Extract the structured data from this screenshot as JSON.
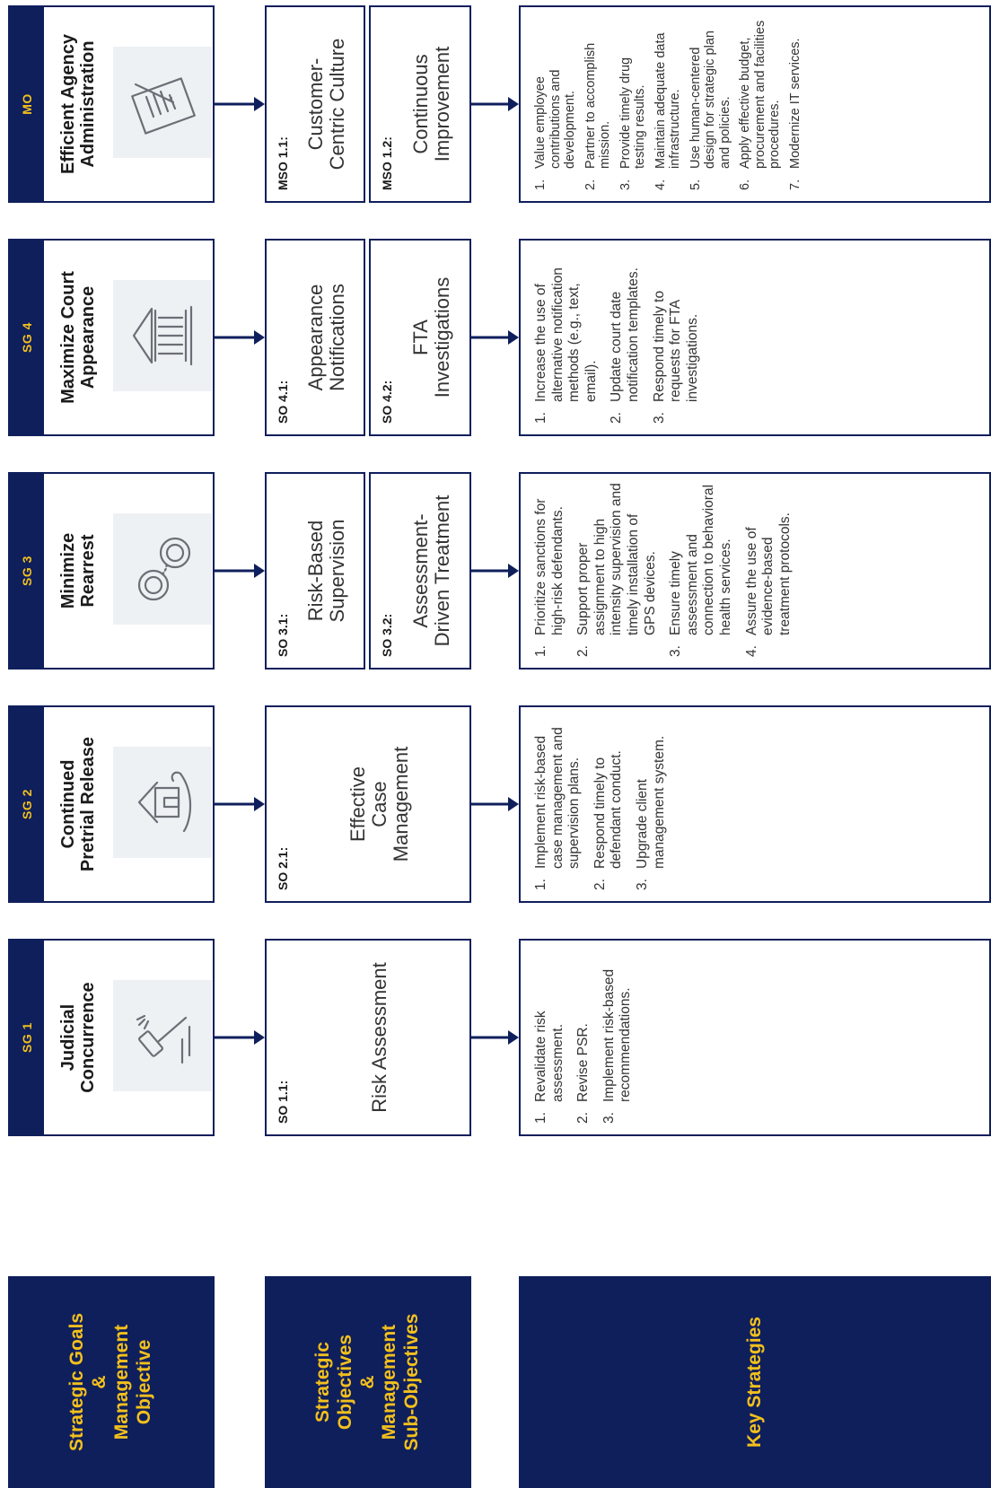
{
  "headers": {
    "goals": "Strategic Goals\n&\nManagement\nObjective",
    "objectives": "Strategic\nObjectives\n&\nManagement\nSub-Objectives",
    "strategies": "Key Strategies"
  },
  "colors": {
    "navy": "#0f1f5c",
    "gold": "#f3c01c",
    "icon_background": "#eef1f4"
  },
  "goals": [
    {
      "tag": "SG 1",
      "title": "Judicial\nConcurrence",
      "icon": "gavel-icon",
      "objectives": [
        {
          "code": "SO 1.1:",
          "title": "Risk Assessment"
        }
      ],
      "strategies": [
        {
          "num": "1.",
          "text": "Revalidate risk assessment."
        },
        {
          "num": "2.",
          "text": "Revise PSR."
        },
        {
          "num": "3.",
          "text": "Implement risk-based recommendations."
        }
      ]
    },
    {
      "tag": "SG 2",
      "title": "Continued\nPretrial Release",
      "icon": "house-in-hand-icon",
      "objectives": [
        {
          "code": "SO 2.1:",
          "title": "Effective\nCase\nManagement"
        }
      ],
      "strategies": [
        {
          "num": "1.",
          "text": "Implement risk-based case management and supervision plans."
        },
        {
          "num": "2.",
          "text": "Respond timely to defendant conduct."
        },
        {
          "num": "3.",
          "text": "Upgrade client management system."
        }
      ]
    },
    {
      "tag": "SG 3",
      "title": "Minimize\nRearrest",
      "icon": "handcuffs-icon",
      "objectives": [
        {
          "code": "SO 3.1:",
          "title": "Risk-Based\nSupervision"
        },
        {
          "code": "SO 3.2:",
          "title": "Assessment-\nDriven Treatment"
        }
      ],
      "strategies": [
        {
          "num": "1.",
          "text": "Prioritize sanctions for high-risk defendants."
        },
        {
          "num": "2.",
          "text": "Support proper assignment to high intensity supervision and timely installation of GPS devices."
        },
        {
          "num": "3.",
          "text": "Ensure timely assessment and connection to behavioral health services."
        },
        {
          "num": "4.",
          "text": "Assure the use of evidence-based treatment protocols."
        }
      ]
    },
    {
      "tag": "SG 4",
      "title": "Maximize Court\nAppearance",
      "icon": "courthouse-icon",
      "objectives": [
        {
          "code": "SO 4.1:",
          "title": "Appearance\nNotifications"
        },
        {
          "code": "SO 4.2:",
          "title": "FTA\nInvestigations"
        }
      ],
      "strategies": [
        {
          "num": "1.",
          "text": "Increase the use of alternative notification methods (e.g., text, email)."
        },
        {
          "num": "2.",
          "text": "Update court date notification templates."
        },
        {
          "num": "3.",
          "text": "Respond timely to requests for FTA investigations."
        }
      ]
    },
    {
      "tag": "MO",
      "title": "Efficient Agency\nAdministration",
      "icon": "document-pen-icon",
      "objectives": [
        {
          "code": "MSO 1.1:",
          "title": "Customer-\nCentric Culture"
        },
        {
          "code": "MSO 1.2:",
          "title": "Continuous\nImprovement"
        }
      ],
      "strategies": [
        {
          "num": "1.",
          "text": "Value employee contributions and development."
        },
        {
          "num": "2.",
          "text": "Partner to accomplish mission."
        },
        {
          "num": "3.",
          "text": "Provide timely drug testing results."
        },
        {
          "num": "4.",
          "text": "Maintain adequate data infrastructure."
        },
        {
          "num": "5.",
          "text": "Use human-centered design for strategic plan and policies."
        },
        {
          "num": "6.",
          "text": "Apply effective budget, procurement and facilities procedures."
        },
        {
          "num": "7.",
          "text": "Modernize IT services."
        }
      ]
    }
  ]
}
